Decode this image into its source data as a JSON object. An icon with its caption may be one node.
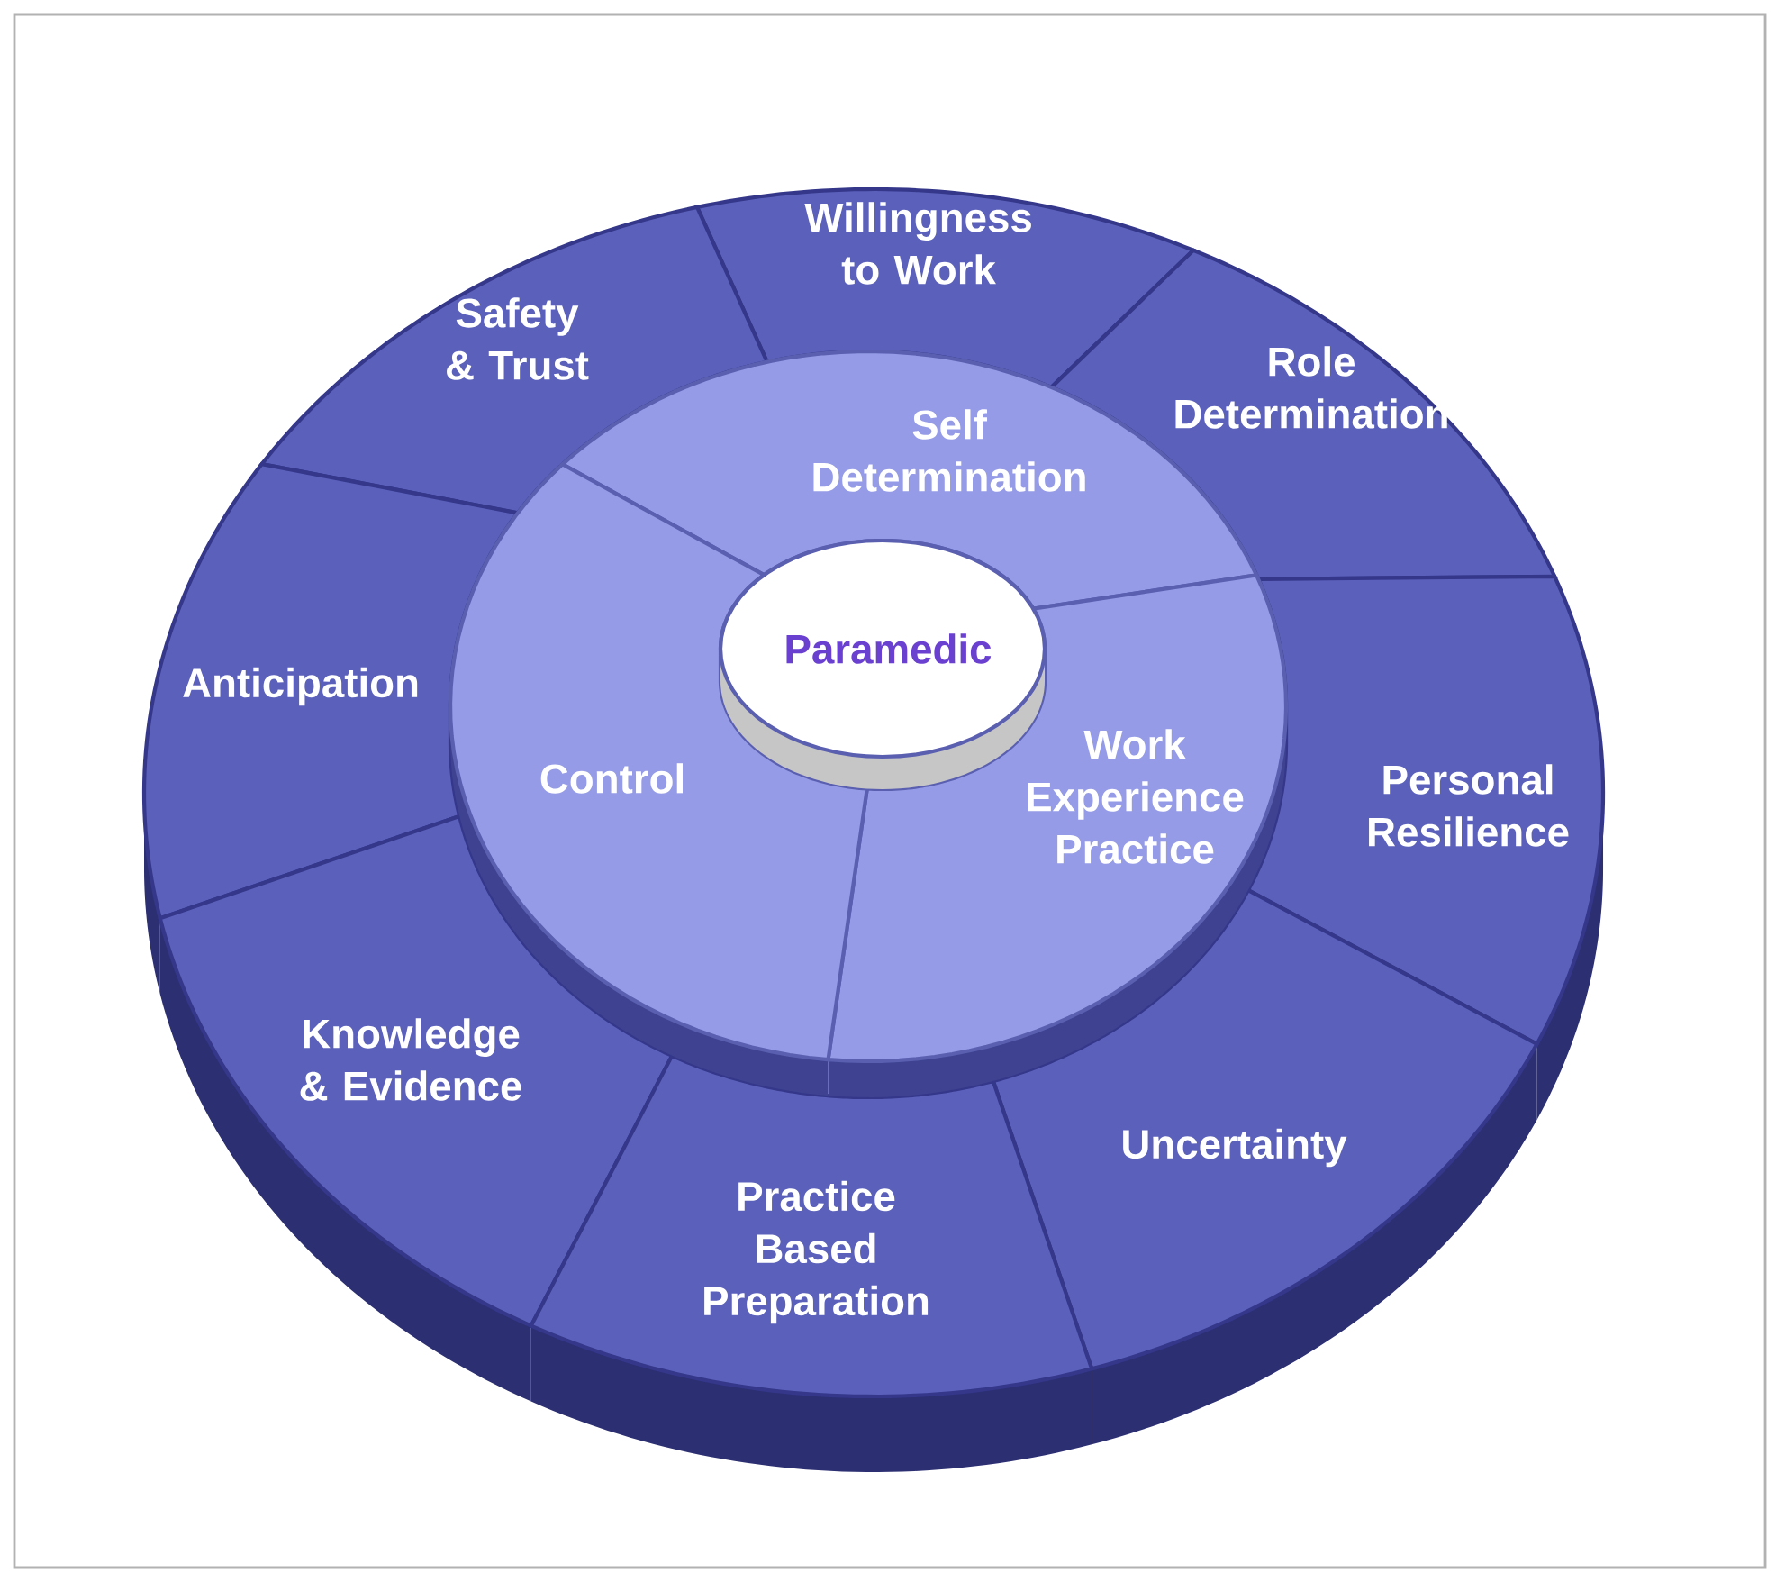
{
  "diagram": {
    "nodes": [
      {
        "text": [
          "Paramedic"
        ]
      },
      {
        "text": [
          "Self Determination"
        ]
      },
      {
        "text": [
          "Work Experience Practice"
        ]
      },
      {
        "text": [
          "Control"
        ]
      },
      {
        "text": [
          "Willingness to Work"
        ]
      },
      {
        "text": [
          "Safety & Trust"
        ]
      },
      {
        "text": [
          "Role Determination"
        ]
      },
      {
        "text": [
          "Anticipation"
        ]
      },
      {
        "text": [
          "Personal Resilience"
        ]
      },
      {
        "text": [
          "Knowledge & Evidence"
        ]
      },
      {
        "text": [
          "Uncertainty"
        ]
      },
      {
        "text": [
          "Practice Based Preparation"
        ]
      }
    ]
  }
}
